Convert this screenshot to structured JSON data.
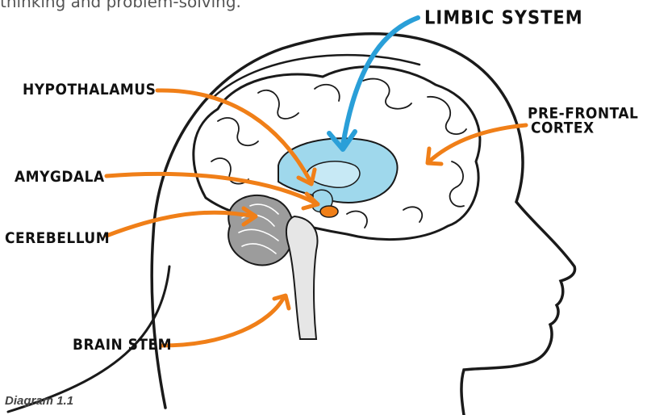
{
  "intro_text": "thinking and problem-solving.",
  "caption": "Diagram 1.1",
  "labels": {
    "limbic_system": "LIMBIC SYSTEM",
    "hypothalamus": "HYPOTHALAMUS",
    "prefrontal_line1": "PRE-FRONTAL",
    "prefrontal_line2": "CORTEX",
    "amygdala": "AMYGDALA",
    "cerebellum": "CEREBELLUM",
    "brain_stem": "BRAIN STEM"
  },
  "colors": {
    "arrow_orange": "#F07F18",
    "arrow_blue": "#2A9FD8",
    "limbic_fill": "#9FD8EC",
    "cerebellum_fill": "#9C9C9C",
    "outline": "#1A1A1A"
  }
}
